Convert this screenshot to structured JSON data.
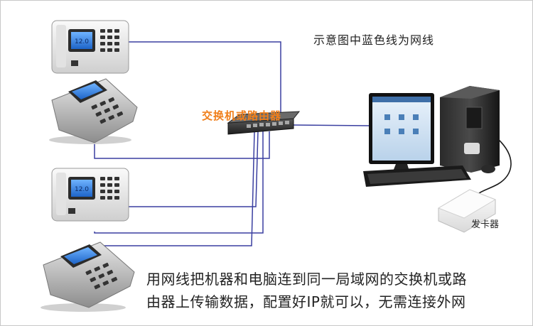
{
  "legend": "示意图中蓝色线为网线",
  "switch_label": "交换机或路由器",
  "card_reader_label": "发卡器",
  "caption_line1": "用网线把机器和电脑连到同一局域网的交换机或路",
  "caption_line2": "由器上传输数据，配置好IP就可以，无需连接外网",
  "terminal_screen_value": "12.0",
  "colors": {
    "network_cable": "#3a3fa0",
    "switch_label": "#f07f1b",
    "usb_cable": "#1a1a1a",
    "frame_border": "#c8c8c8"
  }
}
